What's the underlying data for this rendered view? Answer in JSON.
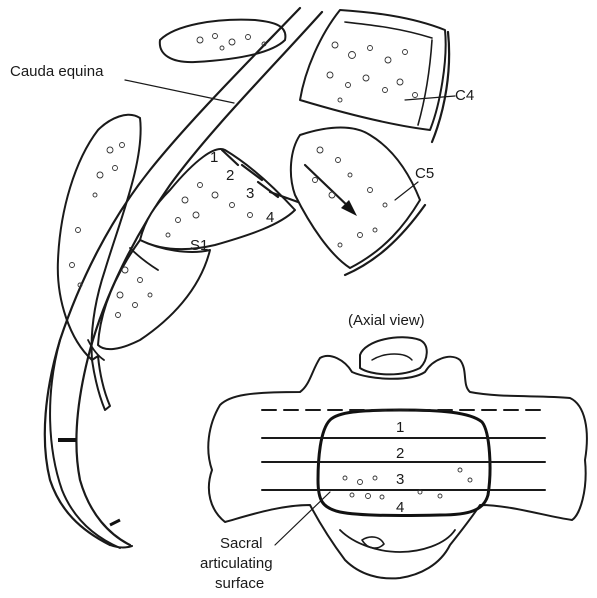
{
  "labels": {
    "cauda_equina": "Cauda equina",
    "c4": "C4",
    "c5": "C5",
    "s1": "S1",
    "axial_view": "(Axial view)",
    "sacral_line1": "Sacral",
    "sacral_line2": "articulating",
    "sacral_line3": "surface"
  },
  "sagittal_levels": [
    "1",
    "2",
    "3",
    "4"
  ],
  "axial_levels": [
    "1",
    "2",
    "3",
    "4"
  ]
}
